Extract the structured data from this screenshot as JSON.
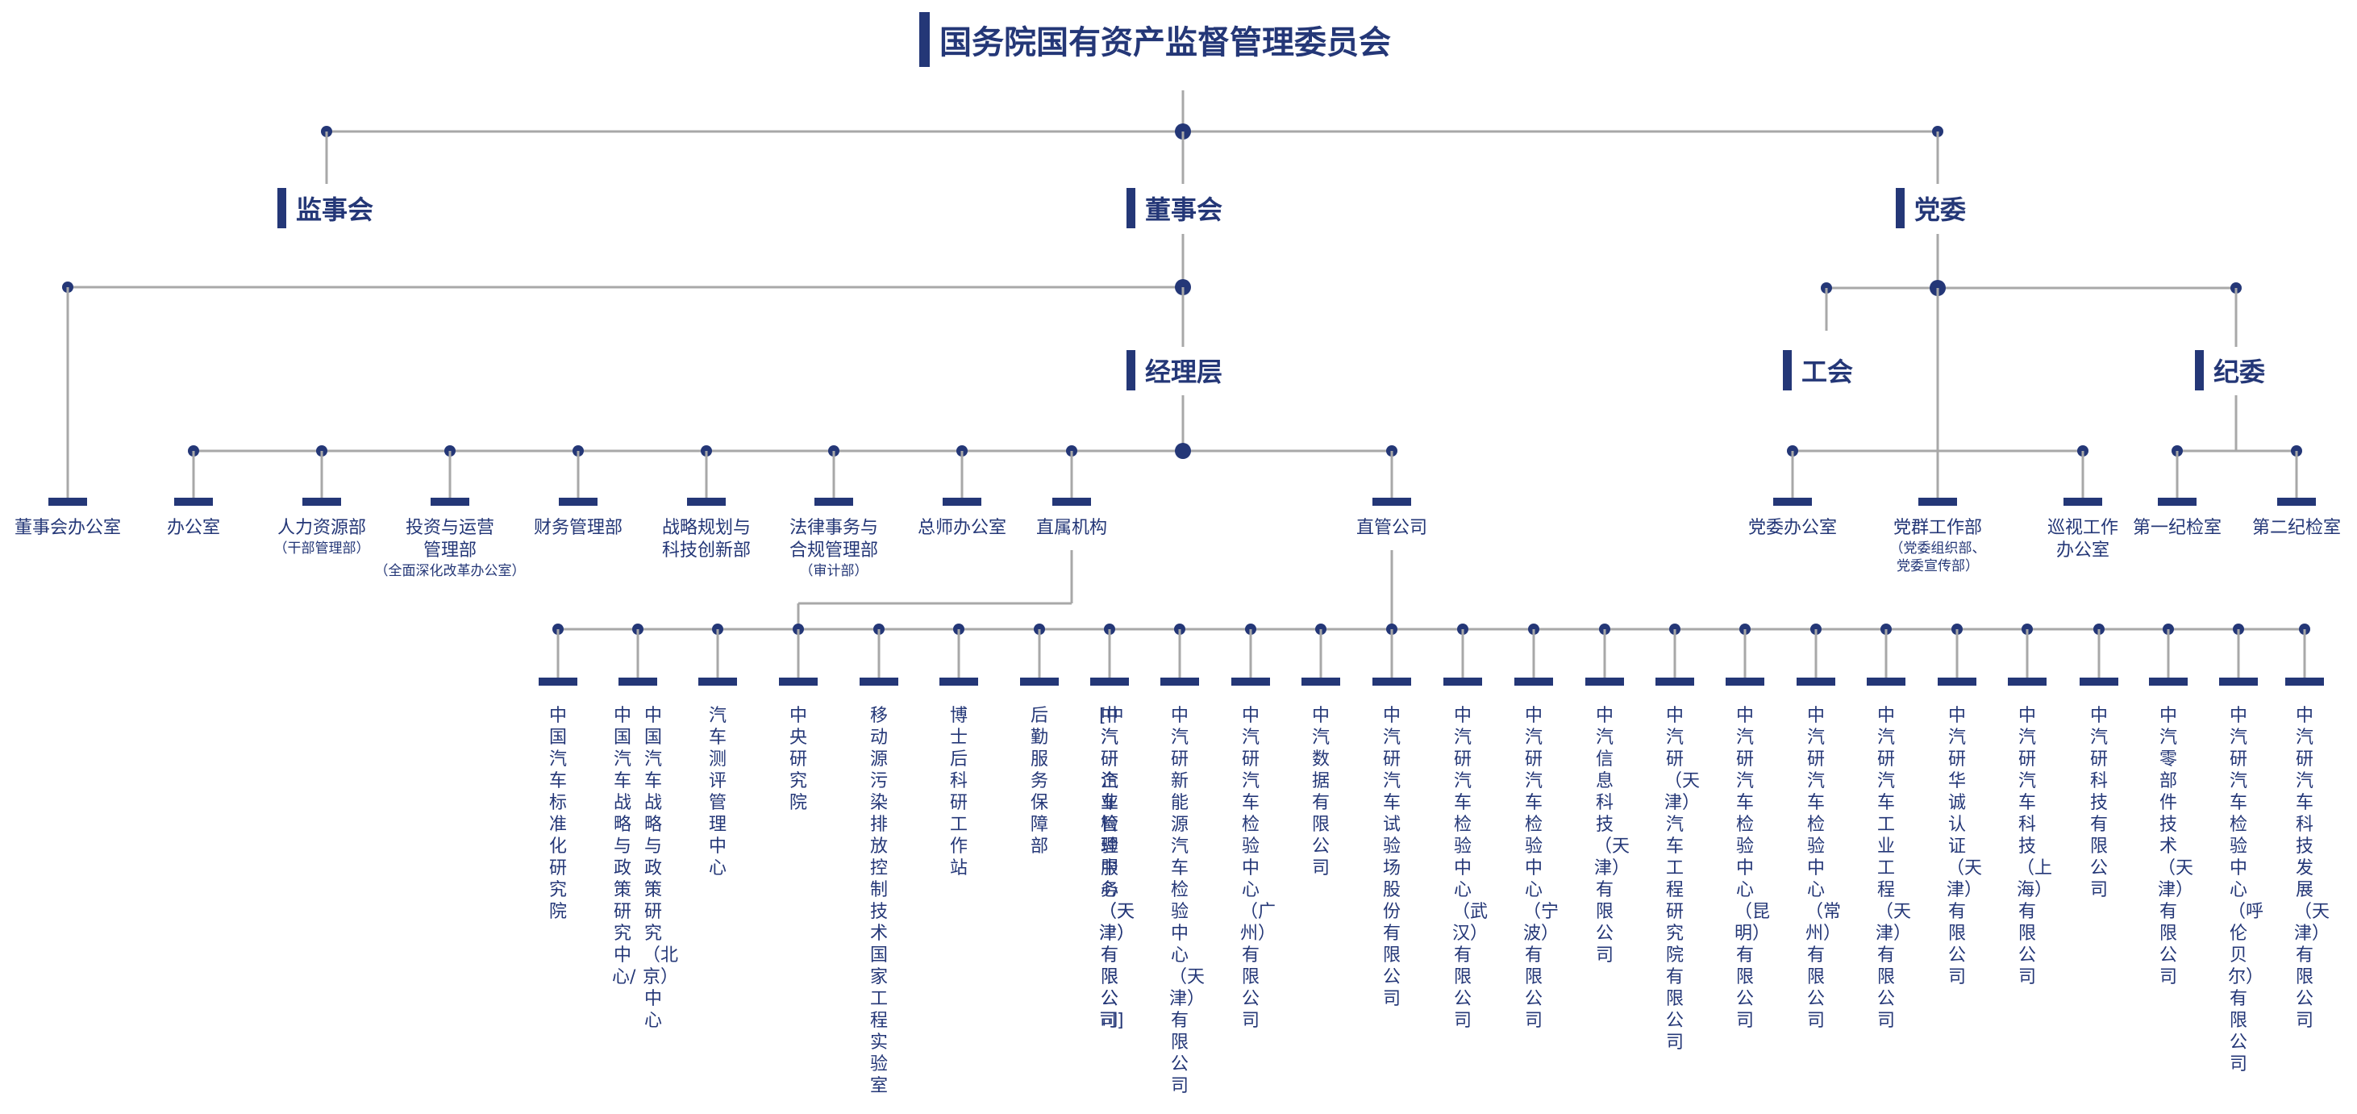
{
  "colors": {
    "primary": "#243777",
    "line": "#a8a8a8"
  },
  "title": "国务院国有资产监督管理委员会",
  "level1": {
    "left": "监事会",
    "center": "董事会",
    "right": "党委"
  },
  "manager": "经理层",
  "party": {
    "union": "工会",
    "discipline": "纪委"
  },
  "departments": [
    {
      "lines": [
        "董事会办公室"
      ],
      "sub": []
    },
    {
      "lines": [
        "办公室"
      ],
      "sub": []
    },
    {
      "lines": [
        "人力资源部"
      ],
      "sub": [
        "（干部管理部）"
      ]
    },
    {
      "lines": [
        "投资与运营",
        "管理部"
      ],
      "sub": [
        "（全面深化改革办公室）"
      ]
    },
    {
      "lines": [
        "财务管理部"
      ],
      "sub": []
    },
    {
      "lines": [
        "战略规划与",
        "科技创新部"
      ],
      "sub": []
    },
    {
      "lines": [
        "法律事务与",
        "合规管理部"
      ],
      "sub": [
        "（审计部）"
      ]
    },
    {
      "lines": [
        "总师办公室"
      ],
      "sub": []
    },
    {
      "lines": [
        "直属机构"
      ],
      "sub": []
    },
    {
      "lines": [
        "直管公司"
      ],
      "sub": []
    }
  ],
  "party_departments": [
    {
      "lines": [
        "党委办公室"
      ],
      "sub": []
    },
    {
      "lines": [
        "党群工作部"
      ],
      "sub": [
        "（党委组织部、",
        "党委宣传部）"
      ]
    },
    {
      "lines": [
        "巡视工作",
        "办公室"
      ],
      "sub": []
    }
  ],
  "discipline_departments": [
    {
      "lines": [
        "第一纪检室"
      ],
      "sub": []
    },
    {
      "lines": [
        "第二纪检室"
      ],
      "sub": []
    }
  ],
  "institutions": [
    [
      "中国汽车标准化研究院"
    ],
    [
      "中国汽车战略与政策研究中心/",
      "中国汽车战略与政策研究（北京）中心"
    ],
    [
      "汽车测评管理中心"
    ],
    [
      "中央研究院"
    ],
    [
      "移动源污染排放控制技术国家工程实验室"
    ],
    [
      "博士后科研工作站"
    ],
    [
      "后勤服务保障部"
    ],
    [
      "[中汽研企业管理服务（天津）有限公司]"
    ]
  ],
  "companies": [
    [
      "中汽研汽车检验中心（天津）有限公司"
    ],
    [
      "中汽研新能源汽车检验中心（天津）有限公司"
    ],
    [
      "中汽研汽车检验中心（广州）有限公司"
    ],
    [
      "中汽数据有限公司"
    ],
    [
      "中汽研汽车试验场股份有限公司"
    ],
    [
      "中汽研汽车检验中心（武汉）有限公司"
    ],
    [
      "中汽研汽车检验中心（宁波）有限公司"
    ],
    [
      "中汽信息科技（天津）有限公司"
    ],
    [
      "中汽研（天津）汽车工程研究院有限公司"
    ],
    [
      "中汽研汽车检验中心（昆明）有限公司"
    ],
    [
      "中汽研汽车检验中心（常州）有限公司"
    ],
    [
      "中汽研汽车工业工程（天津）有限公司"
    ],
    [
      "中汽研华诚认证（天津）有限公司"
    ],
    [
      "中汽研汽车科技（上海）有限公司"
    ],
    [
      "中汽研科技有限公司"
    ],
    [
      "中汽零部件技术（天津）有限公司"
    ],
    [
      "中汽研汽车检验中心（呼伦贝尔）有限公司"
    ],
    [
      "中汽研汽车科技发展（天津）有限公司"
    ]
  ]
}
